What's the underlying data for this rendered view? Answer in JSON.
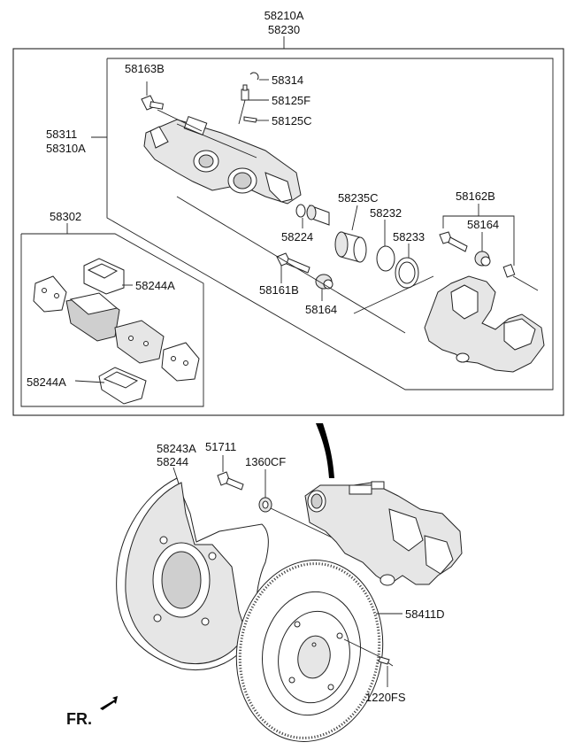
{
  "labels": {
    "assy_main": "58210A",
    "assy_main2": "58230",
    "caliper_outer": "58311",
    "caliper_outer2": "58310A",
    "bolt_58163b": "58163B",
    "clip_58314": "58314",
    "bleeder_58125f": "58125F",
    "cap_58125c": "58125C",
    "piston_58235c": "58235C",
    "seal_58232": "58232",
    "boot_58233": "58233",
    "guide_58224": "58224",
    "pin_58161b": "58161B",
    "boot_58164a": "58164",
    "pin_set_58162b": "58162B",
    "boot_58164b": "58164",
    "pad_kit_58302": "58302",
    "clip_58244a_top": "58244A",
    "clip_58244a_bottom": "58244A",
    "shield_58243a": "58243A",
    "shield_58244": "58244",
    "bolt_51711": "51711",
    "washer_1360cf": "1360CF",
    "disc_58411d": "58411D",
    "screw_1220fs": "1220FS",
    "front_marker": "FR."
  }
}
